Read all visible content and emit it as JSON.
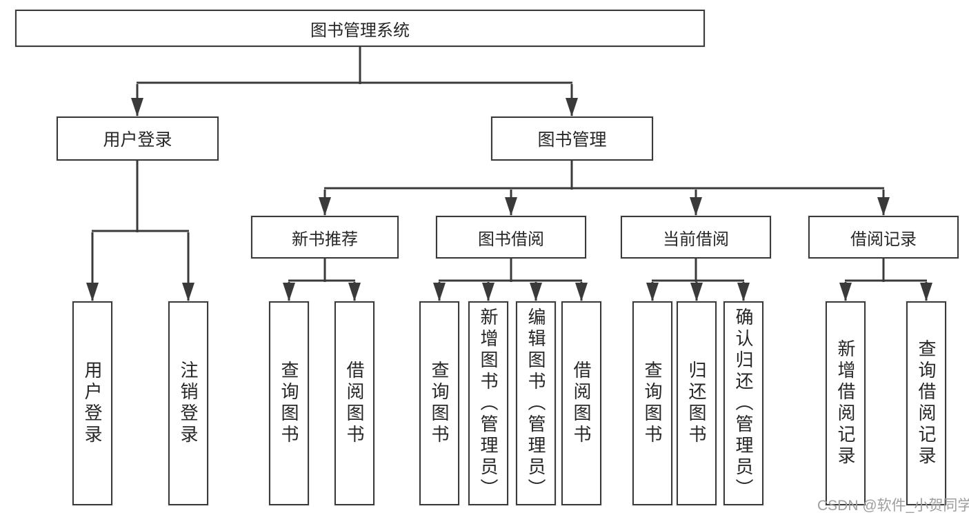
{
  "tree": {
    "root_label": "图书管理系统",
    "branches": {
      "user_login": {
        "label": "用户登录",
        "children": [
          "用户登录",
          "注销登录"
        ]
      },
      "book_management": {
        "label": "图书管理",
        "groups": [
          {
            "label": "新书推荐",
            "children": [
              "查询图书",
              "借阅图书"
            ]
          },
          {
            "label": "图书借阅",
            "children": [
              "查询图书",
              "新增图书（管理员）",
              "编辑图书（管理员）",
              "借阅图书"
            ]
          },
          {
            "label": "当前借阅",
            "children": [
              "查询图书",
              "归还图书",
              "确认归还（管理员）"
            ]
          },
          {
            "label": "借阅记录",
            "children": [
              "新增借阅记录",
              "查询借阅记录"
            ]
          }
        ]
      }
    }
  },
  "watermark": {
    "text": "CSDN @软件_小贺同学",
    "color": "#9e9e9e"
  },
  "colors": {
    "line": "#3a3a3a",
    "text": "#262626",
    "background": "#ffffff"
  }
}
